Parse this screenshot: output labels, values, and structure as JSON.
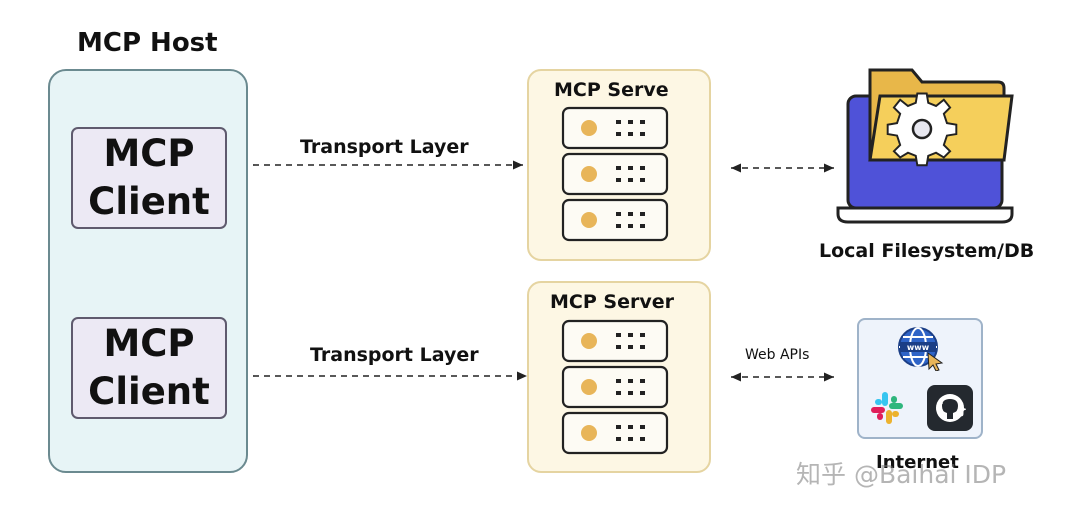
{
  "host": {
    "title": "MCP Host"
  },
  "clients": [
    {
      "line1": "MCP",
      "line2": "Client"
    },
    {
      "line1": "MCP",
      "line2": "Client"
    }
  ],
  "links": [
    {
      "label": "Transport Layer"
    },
    {
      "label": "Transport Layer"
    }
  ],
  "servers": [
    {
      "title": "MCP Serve"
    },
    {
      "title": "MCP Server"
    }
  ],
  "right_links": [
    {
      "label": ""
    },
    {
      "label": "Web APIs"
    }
  ],
  "resources": [
    {
      "label": "Local Filesystem/DB",
      "icon": "laptop-folder-gear-icon"
    },
    {
      "label": "Internet",
      "icons": [
        "globe-icon",
        "slack-icon",
        "github-icon"
      ]
    }
  ],
  "watermark": "知乎 @Baihai IDP",
  "colors": {
    "host_fill": "#e7f4f6",
    "client_fill": "#ece9f4",
    "server_fill": "#fdf7e4",
    "server_dot": "#e8b559",
    "folder": "#f5cf5b",
    "laptop_screen": "#4f52d8"
  }
}
